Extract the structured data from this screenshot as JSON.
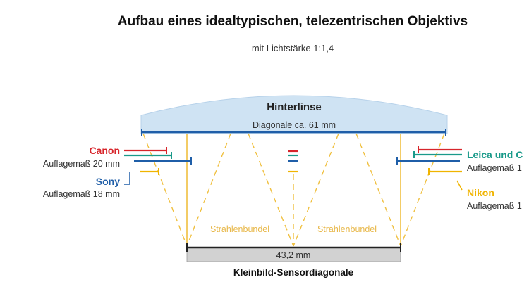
{
  "title": "Aufbau eines idealtypischen, telezentrischen Objektivs",
  "subtitle": "mit Lichtstärke 1:1,4",
  "lens": {
    "label": "Hinterlinse",
    "diagonal_label": "Diagonale ca. 61 mm"
  },
  "mounts": {
    "canon": {
      "brand": "Canon",
      "flange": "Auflagemaß 20 mm",
      "color": "#d7252b"
    },
    "sony": {
      "brand": "Sony",
      "flange": "Auflagemaß 18 mm",
      "color": "#1f5ea8"
    },
    "leica": {
      "brand": "Leica und C",
      "flange": "Auflagemaß 1",
      "color": "#1a9a8a"
    },
    "nikon": {
      "brand": "Nikon",
      "flange": "Auflagemaß 1",
      "color": "#f0b400"
    }
  },
  "beams": {
    "left_label": "Strahlenbündel",
    "right_label": "Strahlenbündel",
    "color": "#f0c040"
  },
  "sensor": {
    "size_label": "43,2 mm",
    "caption": "Kleinbild-Sensordiagonale"
  },
  "colors": {
    "lens_fill": "#cfe3f3",
    "diagonal_line": "#1f5ea8",
    "sensor_fill": "#d2d2d2"
  }
}
